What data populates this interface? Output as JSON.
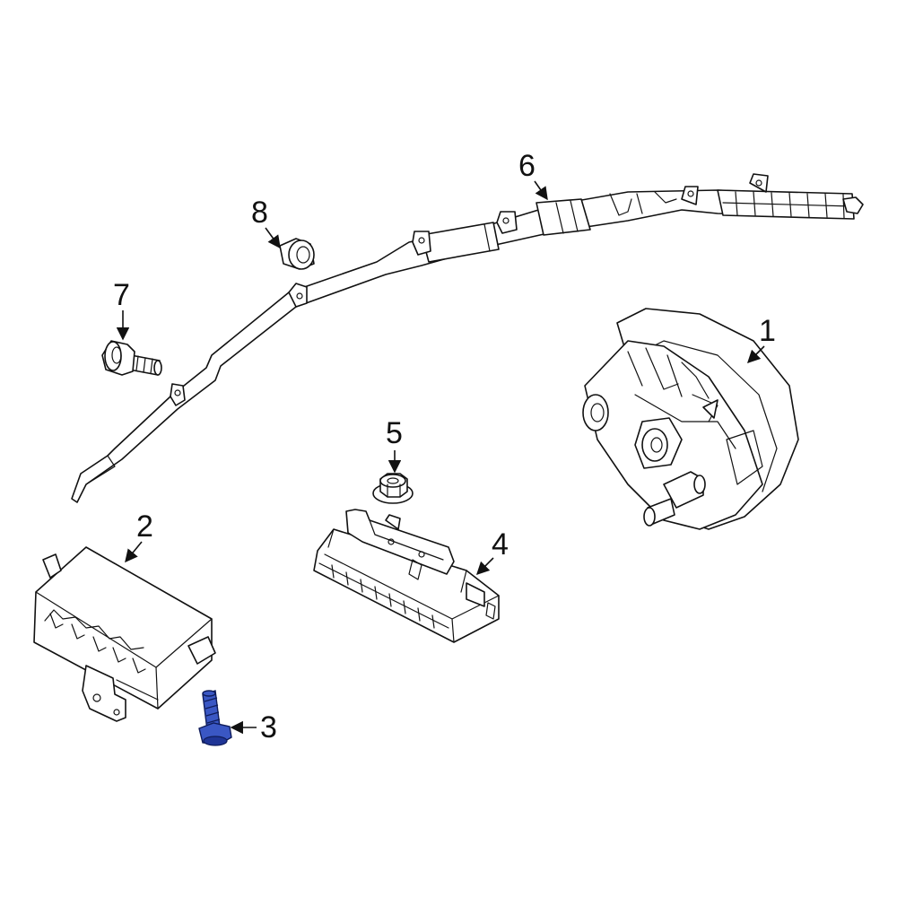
{
  "diagram": {
    "parts": [
      {
        "number": "1",
        "name": "steering-wheel-airbag-module"
      },
      {
        "number": "2",
        "name": "passenger-airbag-module"
      },
      {
        "number": "3",
        "name": "mounting-bolt",
        "highlighted": true
      },
      {
        "number": "4",
        "name": "knee-airbag-module"
      },
      {
        "number": "5",
        "name": "flange-nut"
      },
      {
        "number": "6",
        "name": "curtain-airbag"
      },
      {
        "number": "7",
        "name": "stud-bolt"
      },
      {
        "number": "8",
        "name": "clip-grommet"
      }
    ],
    "highlight_color": "#3a57c4",
    "line_color": "#111111"
  }
}
